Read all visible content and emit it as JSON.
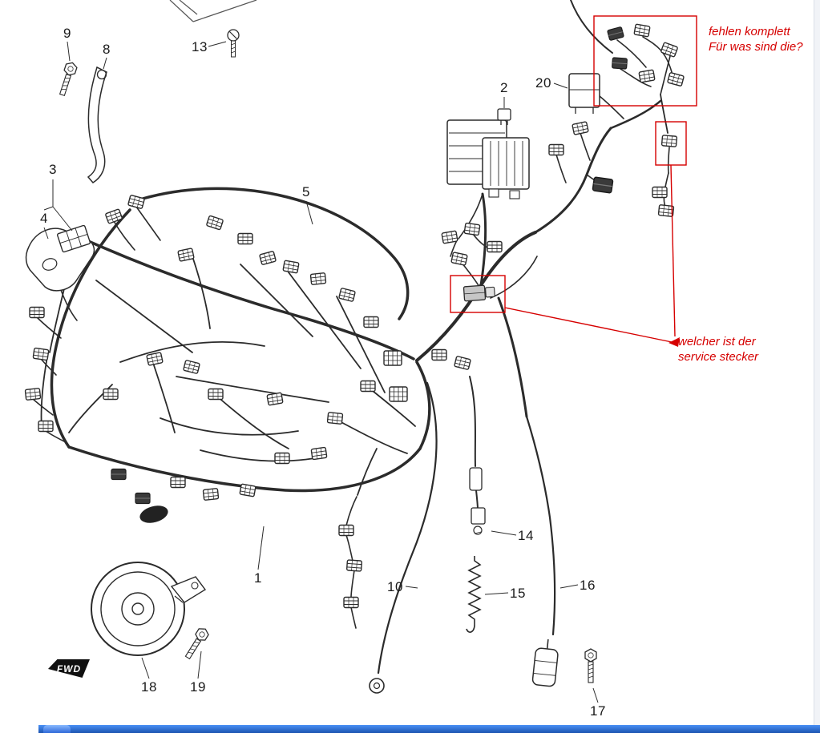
{
  "diagram": {
    "fwd_label": "FWD"
  },
  "parts": {
    "p1": "1",
    "p2": "2",
    "p3": "3",
    "p4": "4",
    "p5": "5",
    "p8": "8",
    "p9": "9",
    "p10": "10",
    "p13": "13",
    "p14": "14",
    "p15": "15",
    "p16": "16",
    "p17": "17",
    "p18": "18",
    "p19": "19",
    "p20": "20"
  },
  "annotations": {
    "color": "#d60000",
    "missing_connectors": {
      "line1": "fehlen komplett",
      "line2": "Für was sind die?"
    },
    "service_connector": {
      "line1": "welcher ist der",
      "line2": "service stecker"
    }
  }
}
